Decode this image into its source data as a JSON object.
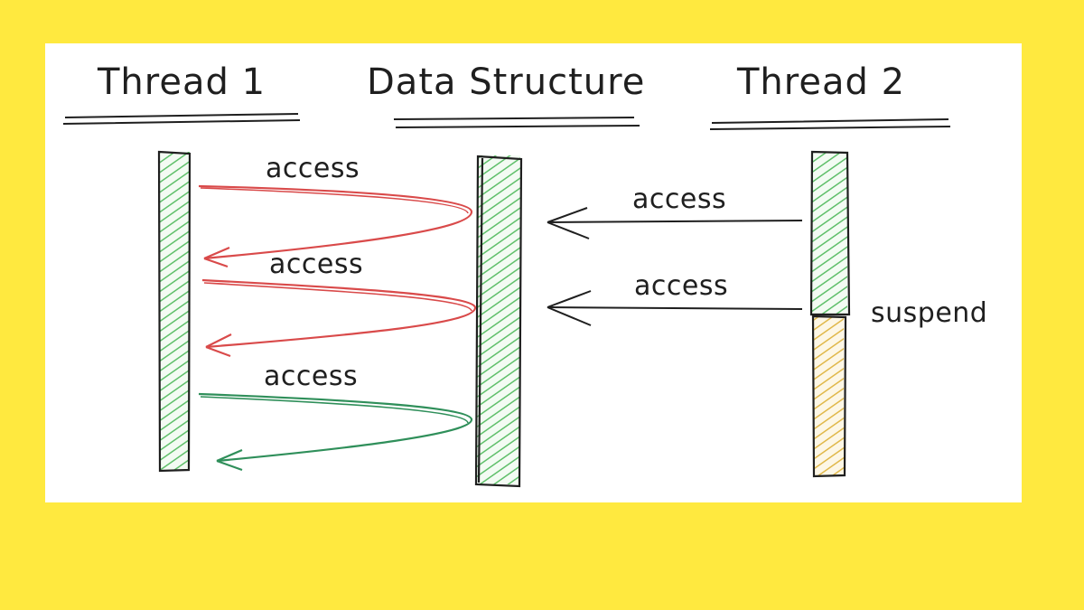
{
  "colors": {
    "background": "#ffe93f",
    "canvas": "#ffffff",
    "active_bar": "#5fbf6a",
    "suspended_bar": "#e0b84a",
    "red_arrow": "#d94a4a",
    "green_arrow": "#2f8f5a",
    "black_arrow": "#1f1f1f"
  },
  "headers": {
    "thread1": "Thread 1",
    "data_structure": "Data Structure",
    "thread2": "Thread 2"
  },
  "labels": {
    "access_1": "access",
    "access_2": "access",
    "access_3": "access",
    "t2_access_1": "access",
    "t2_access_2": "access",
    "suspend": "suspend"
  }
}
